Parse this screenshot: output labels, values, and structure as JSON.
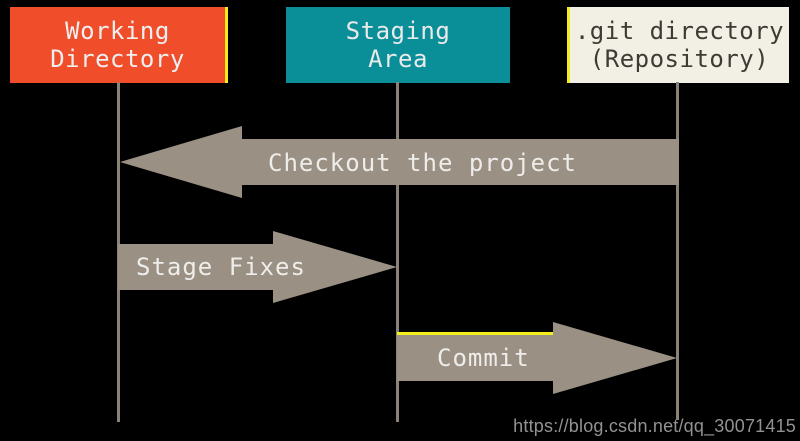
{
  "columns": [
    {
      "id": "working-directory",
      "lines": [
        "Working",
        "Directory"
      ]
    },
    {
      "id": "staging-area",
      "lines": [
        "Staging",
        "Area"
      ]
    },
    {
      "id": "git-directory",
      "lines": [
        ".git directory",
        "(Repository)"
      ]
    }
  ],
  "arrows": [
    {
      "label": "Checkout the project",
      "from": "git-directory",
      "to": "working-directory",
      "direction": "left"
    },
    {
      "label": "Stage Fixes",
      "from": "working-directory",
      "to": "staging-area",
      "direction": "right"
    },
    {
      "label": "Commit",
      "from": "staging-area",
      "to": "git-directory",
      "direction": "right"
    }
  ],
  "watermark": {
    "text": "https://blog.csdn.net/qq_30071415"
  },
  "colors": {
    "background": "#000000",
    "working_directory_bg": "#F04E2B",
    "staging_area_bg": "#0A8F99",
    "git_directory_bg": "#F2EFE4",
    "git_directory_text": "#3E3B35",
    "box_text_light": "#EFEFEF",
    "arrow_fill": "#9A9084",
    "lifeline": "#8A8177",
    "highlight_yellow": "#F4EE1E",
    "watermark_text": "#929292"
  }
}
